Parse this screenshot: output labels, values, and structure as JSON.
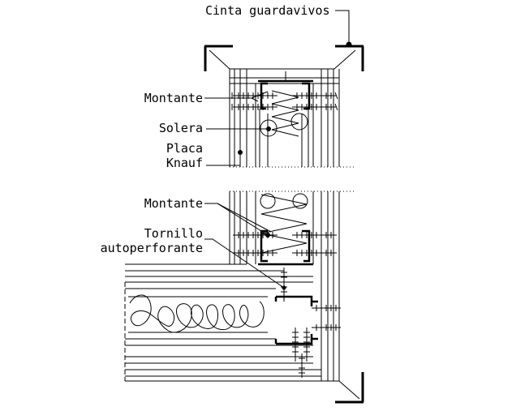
{
  "labels": {
    "cinta": "Cinta guardavivos",
    "montante_top": "Montante",
    "solera": "Solera",
    "placa_1": "Placa",
    "placa_2": "Knauf",
    "montante_bottom": "Montante",
    "tornillo_1": "Tornillo",
    "tornillo_2": "autoperforante"
  },
  "colors": {
    "ink": "#000000",
    "insulation": "#000000",
    "background": "#ffffff"
  }
}
